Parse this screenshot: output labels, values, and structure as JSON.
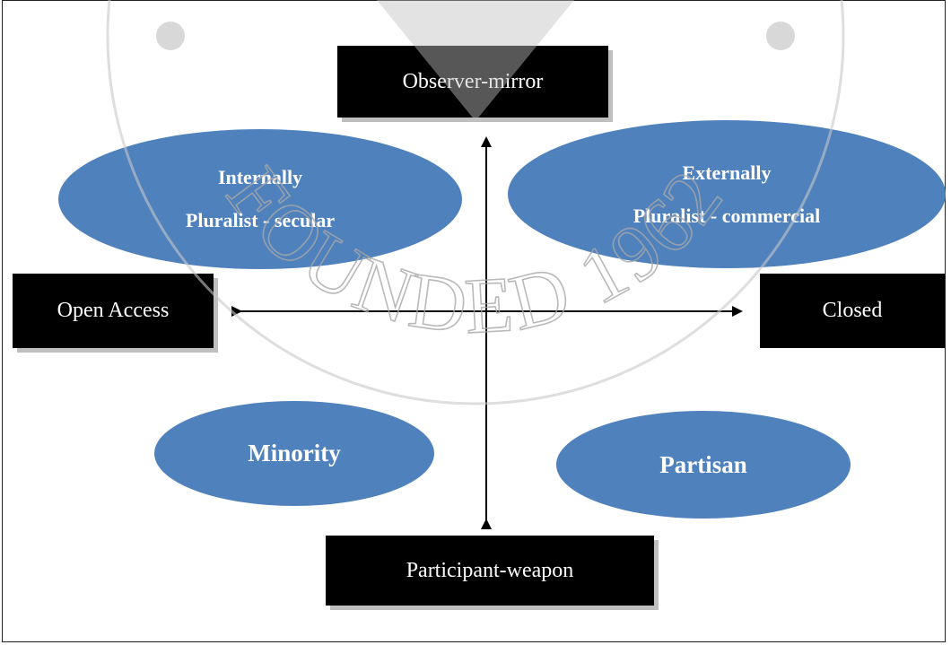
{
  "watermark": {
    "text": "FOUNDED 1962"
  },
  "axes": {
    "top_label": "Observer-mirror",
    "bottom_label": "Participant-weapon",
    "left_label": "Open Access",
    "right_label": "Closed"
  },
  "quadrants": {
    "top_left": {
      "line1": "Internally",
      "line2": "Pluralist - secular"
    },
    "top_right": {
      "line1": "Externally",
      "line2": "Pluralist - commercial"
    },
    "bottom_left": {
      "label": "Minority"
    },
    "bottom_right": {
      "label": "Partisan"
    }
  },
  "colors": {
    "ellipse": "#4f81bd",
    "box": "#000000",
    "shadow": "#bfbfbf",
    "watermark": "#b0b0b0"
  }
}
